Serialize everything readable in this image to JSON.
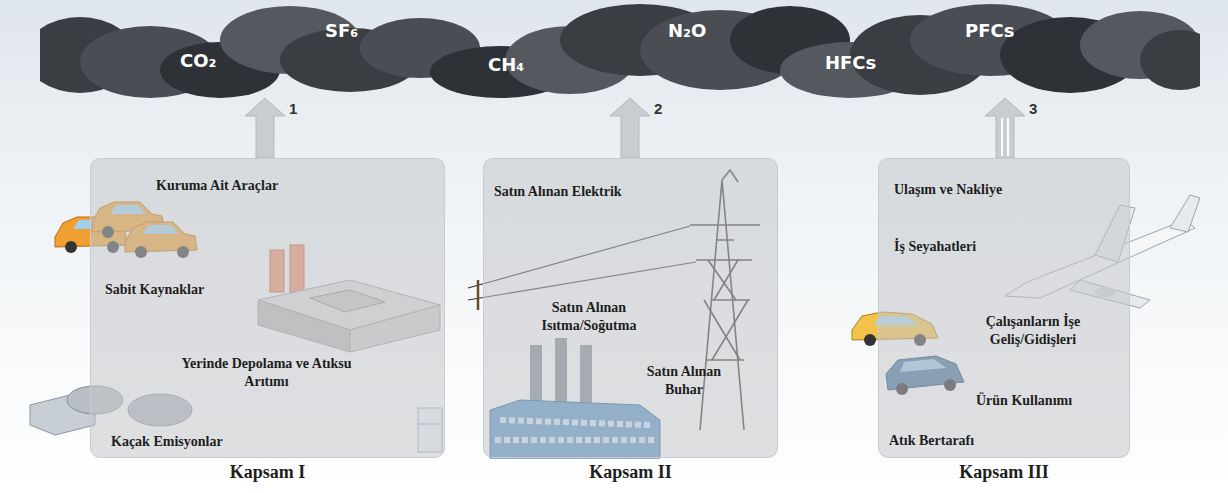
{
  "diagram": {
    "nodes": [
      {
        "text": [
          "CO₂",
          "SF₆",
          "CH₄",
          "N₂O",
          "HFCs",
          "PFCs"
        ]
      },
      {
        "text": [
          "Kapsam I",
          "Kuruma Ait Araçlar",
          "Sabit Kaynaklar",
          "Yerinde Depolama ve Atıksu Arıtımı",
          "Kaçak Emisyonlar"
        ]
      },
      {
        "text": [
          "Kapsam II",
          "Satın Alınan Elektrik",
          "Satın Alınan Isıtma/Soğutma",
          "Satın Alınan Buhar"
        ]
      },
      {
        "text": [
          "Kapsam III",
          "Ulaşım ve Nakliye",
          "İş Seyahatleri",
          "Çalışanların İşe Geliş/Gidişleri",
          "Ürün Kullanımı",
          "Atık Bertarafı"
        ]
      }
    ],
    "edges": [
      {
        "from": 1,
        "to": 0,
        "arrow": "to",
        "label": "1"
      },
      {
        "from": 2,
        "to": 0,
        "arrow": "to",
        "label": "2"
      },
      {
        "from": 3,
        "to": 0,
        "arrow": "to",
        "label": "3"
      }
    ]
  }
}
